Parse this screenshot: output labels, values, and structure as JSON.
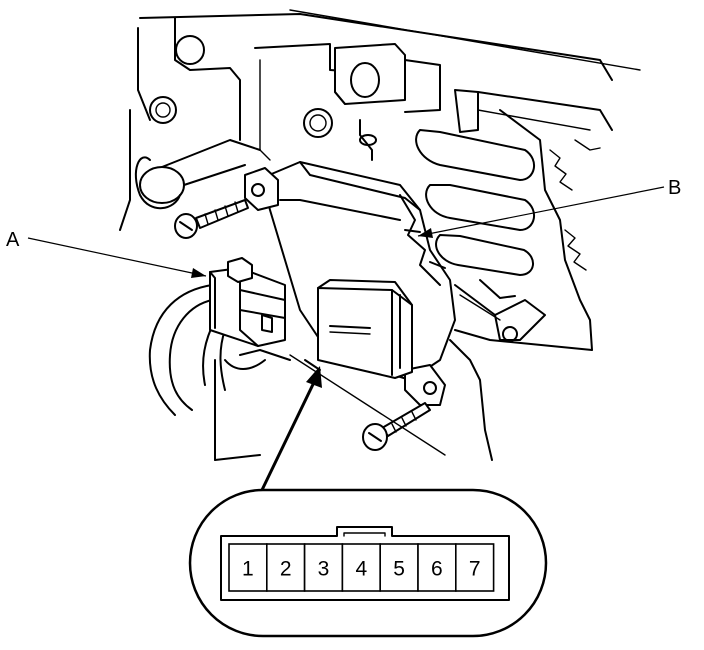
{
  "callouts": {
    "a": "A",
    "b": "B"
  },
  "connector": {
    "pins": [
      "1",
      "2",
      "3",
      "4",
      "5",
      "6",
      "7"
    ]
  }
}
